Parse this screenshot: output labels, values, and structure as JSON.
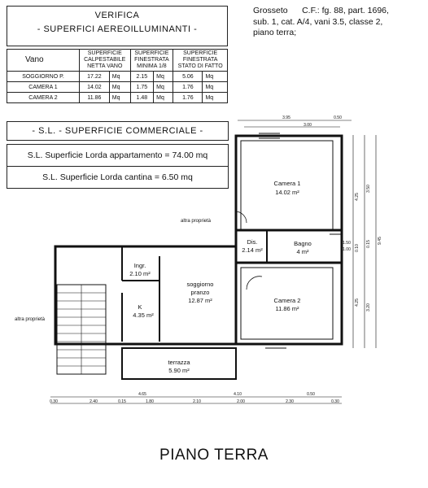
{
  "verifica": {
    "title_line1": "VERIFICA",
    "title_line2": "- SUPERFICI AEREOILLUMINANTI -",
    "headers": {
      "vano": "Vano",
      "calpestabile": [
        "SUPERFICIE",
        "CALPESTABILE",
        "NETTA VANO"
      ],
      "minima": [
        "SUPERFICIE",
        "FINESTRATA",
        "MINIMA 1/8"
      ],
      "stato": [
        "SUPERFICIE",
        "FINESTRATA",
        "STATO DI FATTO"
      ]
    },
    "rows": [
      {
        "vano": "SOGGIORNO P.",
        "calp": "17.22",
        "calp_unit": "Mq",
        "min": "2.15",
        "min_unit": "Mq",
        "stato": "5.06",
        "stato_unit": "Mq"
      },
      {
        "vano": "CAMERA 1",
        "calp": "14.02",
        "calp_unit": "Mq",
        "min": "1.75",
        "min_unit": "Mq",
        "stato": "1.76",
        "stato_unit": "Mq"
      },
      {
        "vano": "CAMERA 2",
        "calp": "11.86",
        "calp_unit": "Mq",
        "min": "1.48",
        "min_unit": "Mq",
        "stato": "1.76",
        "stato_unit": "Mq"
      }
    ]
  },
  "catasto": {
    "line1": "Grosseto      C.F.: fg. 88, part. 1696,",
    "line2": "sub. 1, cat. A/4, vani 3.5, classe 2,",
    "line3": "piano terra;"
  },
  "sl": {
    "title": "- S.L. - SUPERFICIE COMMERCIALE -",
    "appartamento": "S.L. Superficie Lorda appartamento = 74.00 mq",
    "cantina": "S.L. Superficie Lorda cantina = 6.50 mq"
  },
  "plan": {
    "rooms": {
      "camera1": {
        "name": "Camera 1",
        "area": "14.02 m²"
      },
      "camera2": {
        "name": "Camera 2",
        "area": "11.86 m²"
      },
      "bagno": {
        "name": "Bagno",
        "area": "4 m²"
      },
      "dis": {
        "name": "Dis.",
        "area": "2.14 m²"
      },
      "ingr": {
        "name": "Ingr.",
        "area": "2.10 m²"
      },
      "soggiorno_1": "soggiorno",
      "soggiorno_2": "pranzo",
      "soggiorno_area": "12.87 m²",
      "k": {
        "name": "K",
        "area": "4.35 m²"
      },
      "terrazza": {
        "name": "terrazza",
        "area": "5.90 m²"
      }
    },
    "altra_proprieta_1": "altra proprietà",
    "altra_proprieta_2": "altra proprietà",
    "dims_top": [
      "3.95",
      "0.50",
      "3.00"
    ],
    "dims_bottom_1": [
      "4.65",
      "4.10",
      "0.50"
    ],
    "dims_bottom_2": [
      "0.30",
      "2.40",
      "0.15",
      "1.80",
      "2.10",
      "2.00",
      "2.30",
      "0.30"
    ],
    "dims_right_1": [
      "4.25",
      "0.10",
      "4.25"
    ],
    "dims_right_2": [
      "3.50",
      "0.15",
      "3.20"
    ],
    "dims_right_3": [
      "9.45"
    ],
    "dims_right_small": [
      "1.50",
      "1.00"
    ]
  },
  "footer": {
    "title": "PIANO TERRA"
  }
}
